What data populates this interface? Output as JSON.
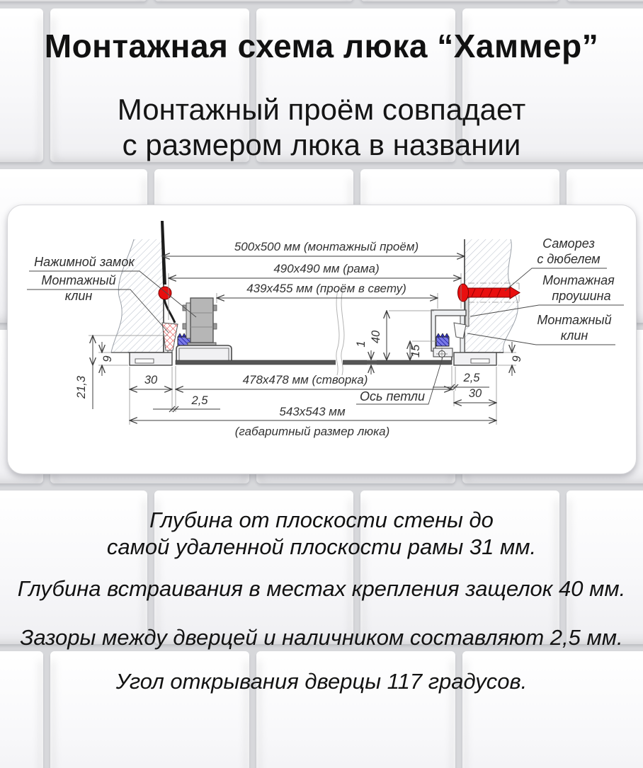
{
  "title": "Монтажная схема люка “Хаммер”",
  "subtitle": {
    "line1": "Монтажный проём совпадает",
    "line2": "с размером люка в названии"
  },
  "diagram": {
    "dimensions": {
      "mounting_opening": "500x500 мм (монтажный проём)",
      "frame": "490x490 мм (рама)",
      "clear_opening": "439x455 мм (проём в свету)",
      "door_leaf": "478x478 мм (створка)",
      "overall_line1": "543x543 мм",
      "overall_line2": "(габаритный размер люка)",
      "trim_left": "30",
      "gap_left": "2,5",
      "gap_right": "2,5",
      "trim_right": "30",
      "edge_depth_left": "9",
      "total_depth_left": "21,3",
      "edge_depth_right": "9",
      "latch_depth": "40",
      "hinge_depth": "15",
      "leaf_thickness": "1"
    },
    "labels": {
      "push_lock": "Нажимной замок",
      "wedge_left_line1": "Монтажный",
      "wedge_left_line2": "клин",
      "screw_line1": "Саморез",
      "screw_line2": "с дюбелем",
      "eyelet_line1": "Монтажная",
      "eyelet_line2": "проушина",
      "wedge_right_line1": "Монтажный",
      "wedge_right_line2": "клин",
      "hinge_axis": "Ось петли"
    },
    "colors": {
      "accent_red": "#e90f0f",
      "seal_blue": "#5050d0",
      "line": "#3c3c3c"
    }
  },
  "notes": {
    "n1_line1": "Глубина от плоскости стены до",
    "n1_line2": "самой удаленной плоскости рамы 31 мм.",
    "n2": "Глубина встраивания в местах крепления защелок 40 мм.",
    "n3": "Зазоры между дверцей и наличником составляют 2,5 мм.",
    "n4": "Угол открывания дверцы 117 градусов."
  }
}
